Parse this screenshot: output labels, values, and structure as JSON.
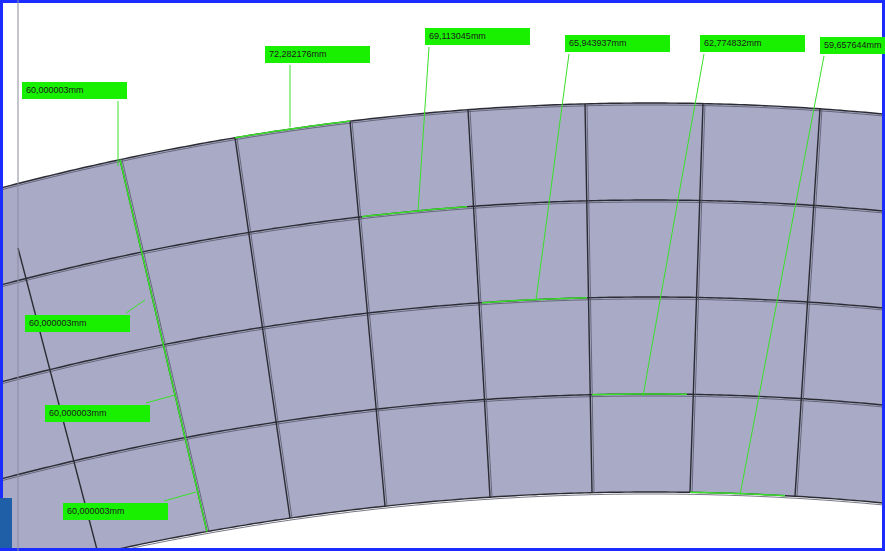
{
  "diagram": {
    "labels": [
      "60,000003mm",
      "72,282176mm",
      "69,113045mm",
      "65,943937mm",
      "62,774832mm",
      "59,657644mm",
      "60,000003mm",
      "60,000003mm",
      "60,000003mm"
    ]
  }
}
